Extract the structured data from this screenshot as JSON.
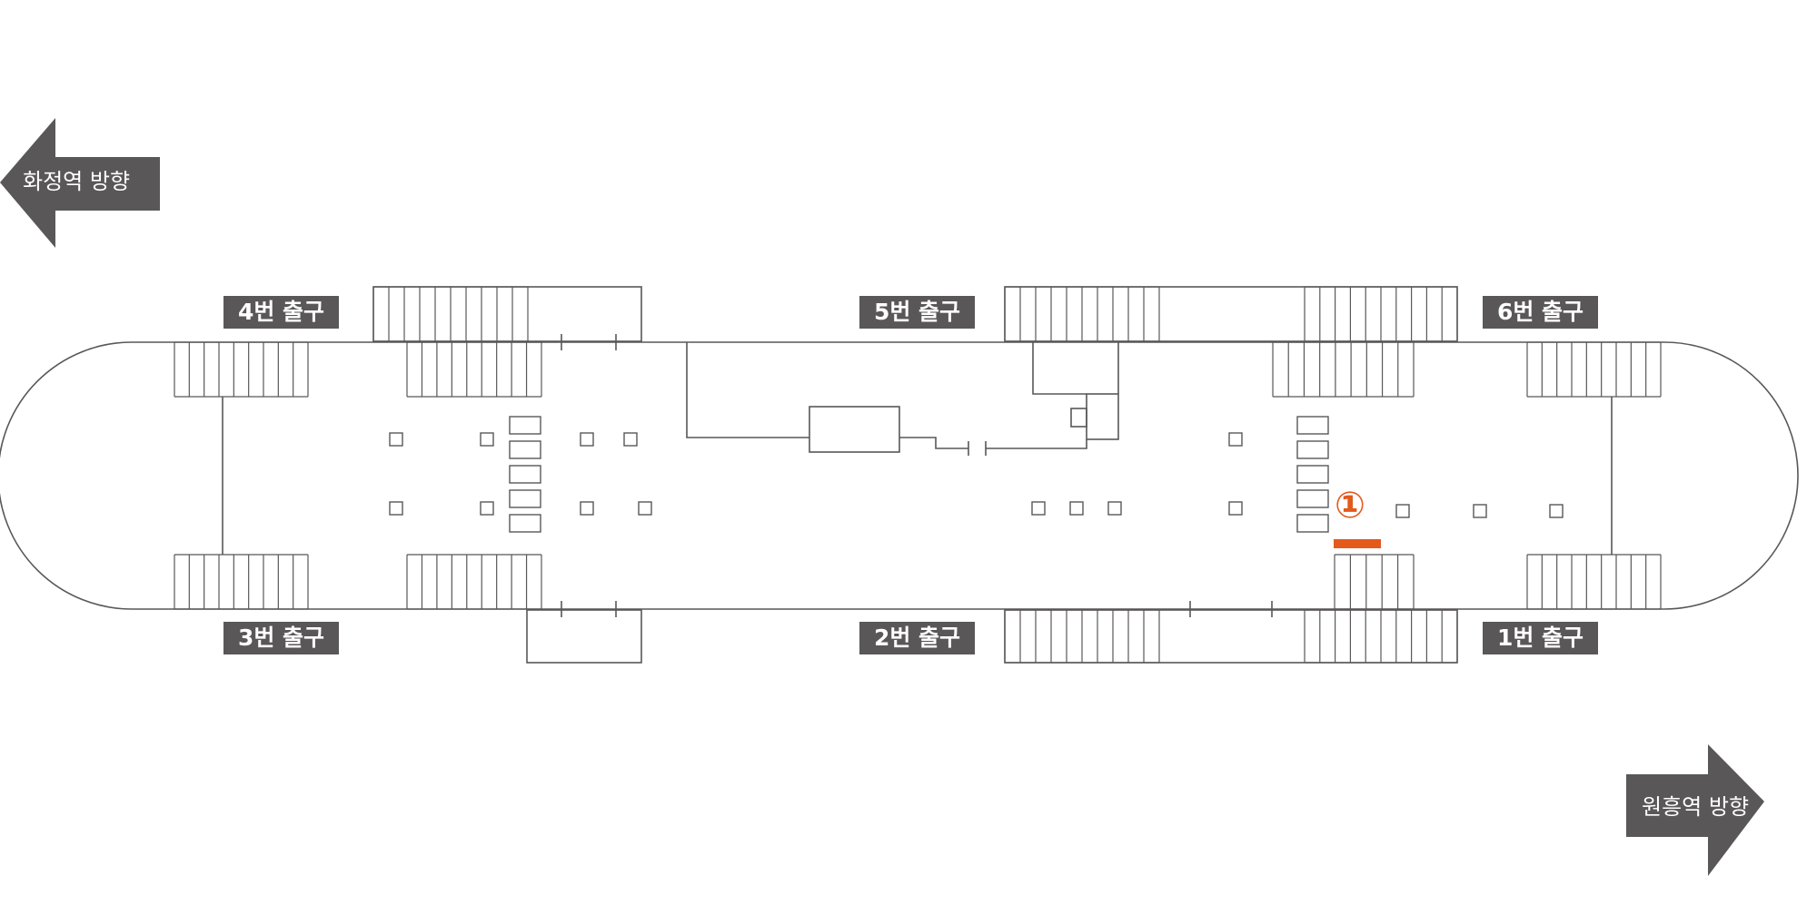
{
  "directions": {
    "left": "화정역 방향",
    "right": "원흥역 방향"
  },
  "exits": {
    "exit1": "1번 출구",
    "exit2": "2번 출구",
    "exit3": "3번 출구",
    "exit4": "4번 출구",
    "exit5": "5번 출구",
    "exit6": "6번 출구"
  },
  "markers": {
    "position_marker": "①"
  },
  "colors": {
    "line": "#595757",
    "label_bg": "#595757",
    "accent": "#e35a1b"
  },
  "icons": {
    "left_arrow": "arrow-left-icon",
    "right_arrow": "arrow-right-icon"
  }
}
